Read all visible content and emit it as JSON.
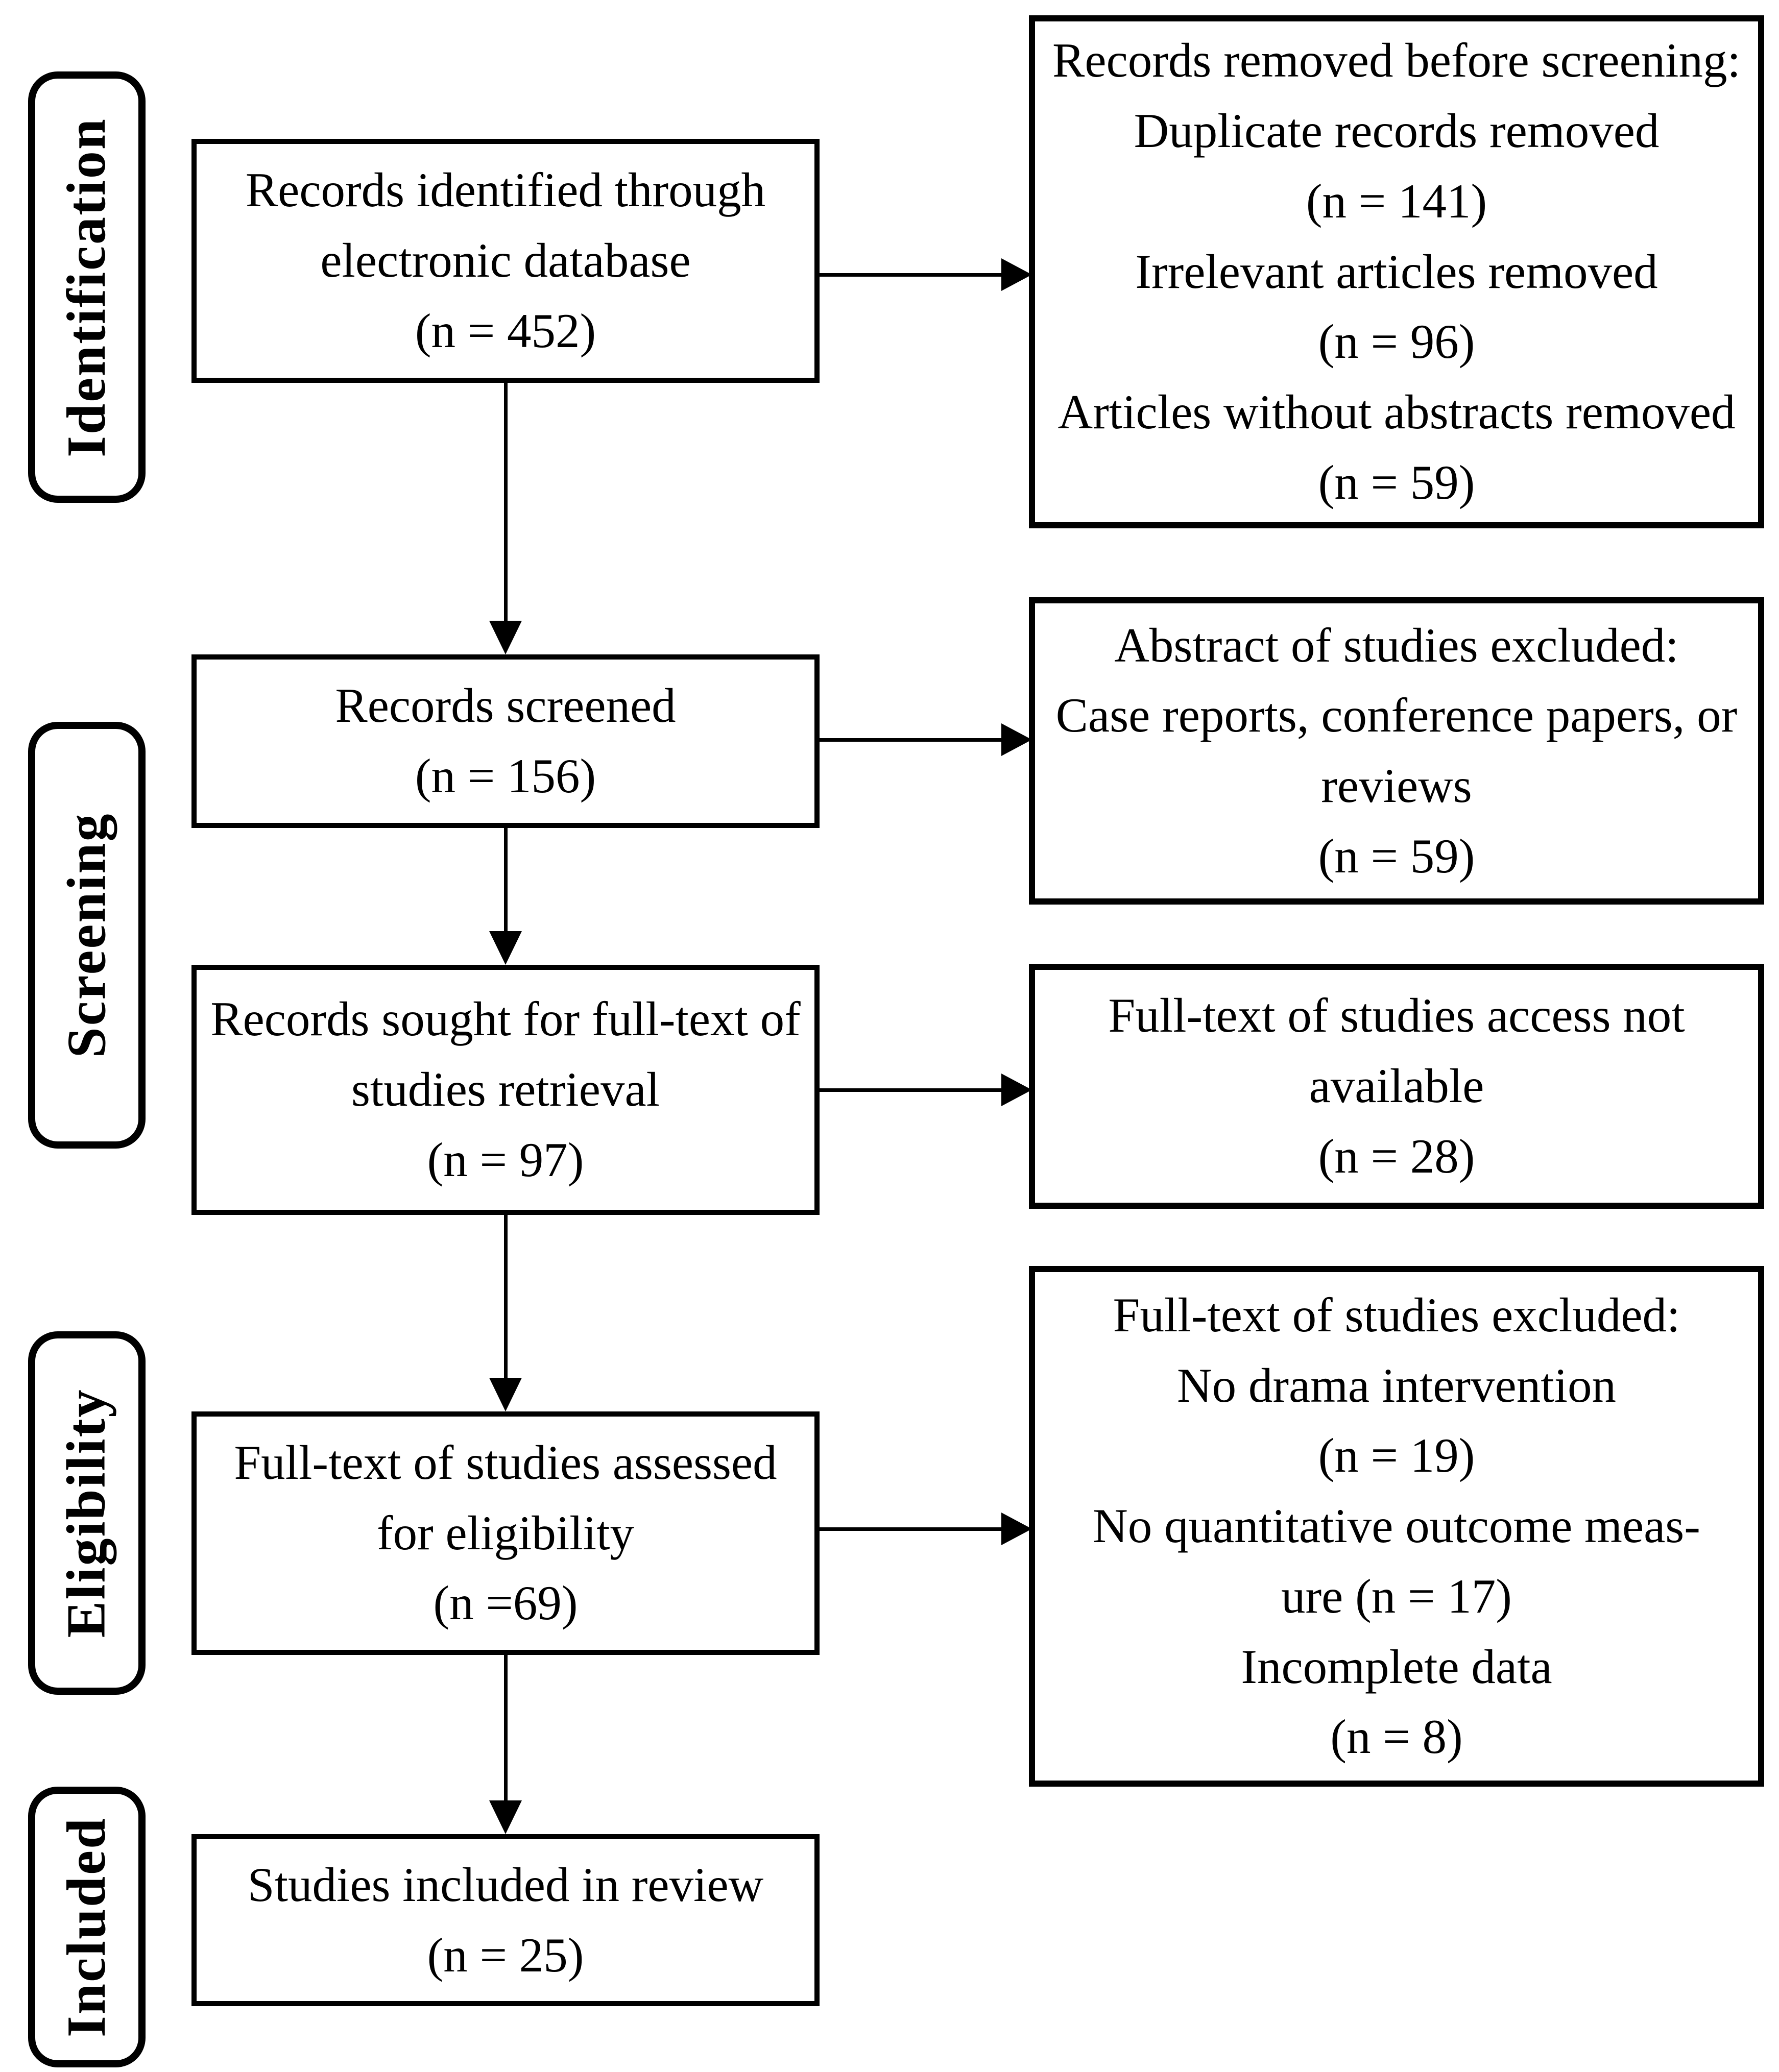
{
  "stages": [
    {
      "label": "Identification"
    },
    {
      "label": "Screening"
    },
    {
      "label": "Eligibility"
    },
    {
      "label": "Included"
    }
  ],
  "main_boxes": [
    {
      "lines": [
        "Records identified through",
        "electronic database",
        "(n = 452)"
      ]
    },
    {
      "lines": [
        "Records screened",
        "(n = 156)"
      ]
    },
    {
      "lines": [
        "Records sought for full-text of",
        "studies retrieval",
        "(n = 97)"
      ]
    },
    {
      "lines": [
        "Full-text of studies assessed",
        "for eligibility",
        "(n =69)"
      ]
    },
    {
      "lines": [
        "Studies included in review",
        "(n = 25)"
      ]
    }
  ],
  "side_boxes": [
    {
      "lines": [
        "Records removed before screening:",
        "Duplicate records removed",
        "(n = 141)",
        "Irrelevant articles removed",
        "(n = 96)",
        "Articles without abstracts removed",
        "(n = 59)"
      ]
    },
    {
      "lines": [
        "Abstract of studies excluded:",
        "Case reports, conference papers, or",
        "reviews",
        "(n = 59)"
      ]
    },
    {
      "lines": [
        "Full-text of studies access not",
        "available",
        "(n = 28)"
      ]
    },
    {
      "lines": [
        "Full-text of studies excluded:",
        "No drama intervention",
        "(n = 19)",
        "No quantitative outcome meas-",
        "ure (n = 17)",
        "Incomplete data",
        "(n = 8)"
      ]
    }
  ],
  "colors": {
    "line": "#000000",
    "background": "#ffffff"
  }
}
